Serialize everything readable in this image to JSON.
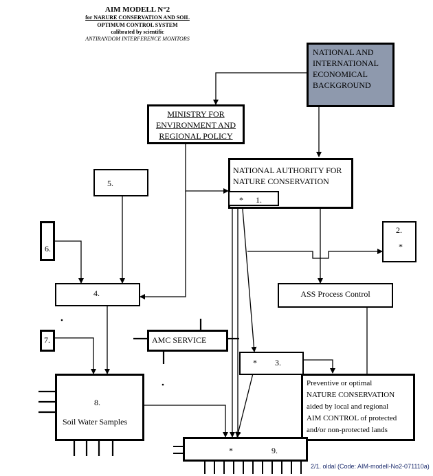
{
  "header": {
    "title": "AIM MODELL N°2",
    "line1": "for NARURE CONSERVATION AND SOIL",
    "line2": "OPTIMUM CONTROL SYSTEM",
    "line3": "calibrated by scientific",
    "line4": "ANTIRANDOM INTERFERENCE MONITORS"
  },
  "nodes": {
    "background_lines": [
      "NATIONAL AND",
      "INTERNATIONAL",
      "ECONOMICAL",
      "BACKGROUND"
    ],
    "ministry_lines": [
      "MINISTRY FOR",
      "ENVIRONMENT AND",
      "REGIONAL POLICY"
    ],
    "authority_lines": [
      "NATIONAL AUTHORITY FOR",
      "NATURE CONSERVATION"
    ],
    "n1_star": "*",
    "n1": "1.",
    "n2": "2.",
    "n2_star": "*",
    "n3_star": "*",
    "n3": "3.",
    "n4": "4.",
    "n5": "5.",
    "n6": "6.",
    "n7": "7.",
    "n8": "8.",
    "soil": "Soil Water Samples",
    "n9_star": "*",
    "n9": "9.",
    "amc": "AMC SERVICE",
    "ass": "ASS Process Control",
    "prev_lines": [
      "Preventive or optimal",
      "NATURE CONSERVATION",
      "aided by local and regional",
      "AIM CONTROL of protected",
      "and/or non-protected lands"
    ]
  },
  "footer": "2/1. oldal (Code: AIM-modell-No2-071110a)",
  "colors": {
    "background_box": "#8e99ad",
    "line": "#000000",
    "page": "#ffffff"
  }
}
